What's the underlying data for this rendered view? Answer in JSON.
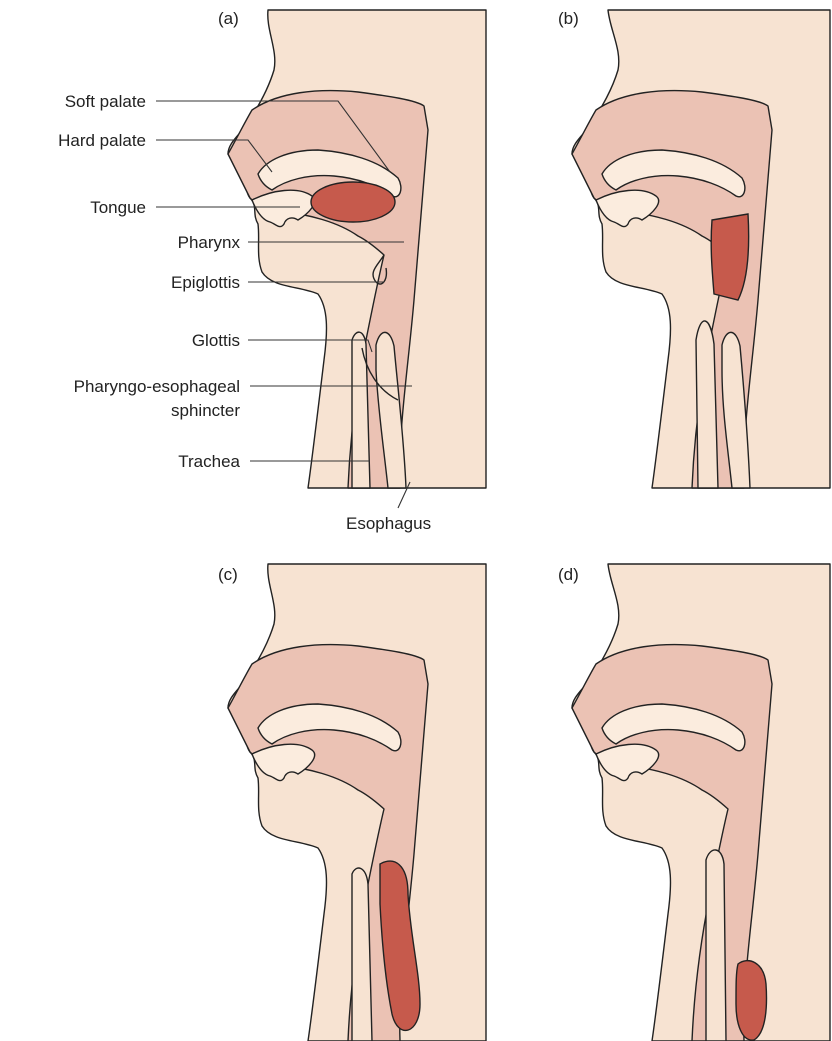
{
  "panels": [
    {
      "letter": "(a)"
    },
    {
      "letter": "(b)"
    },
    {
      "letter": "(c)"
    },
    {
      "letter": "(d)"
    }
  ],
  "labels": {
    "soft_palate": "Soft palate",
    "hard_palate": "Hard palate",
    "tongue": "Tongue",
    "pharynx": "Pharynx",
    "epiglottis": "Epiglottis",
    "glottis": "Glottis",
    "pe_sphincter_1": "Pharyngo-esophageal",
    "pe_sphincter_2": "sphincter",
    "trachea": "Trachea",
    "esophagus": "Esophagus"
  },
  "colors": {
    "skin": "#f7e3d2",
    "tissue": "#ebc2b4",
    "bolus": "#c65a4c",
    "outline": "#222222"
  }
}
